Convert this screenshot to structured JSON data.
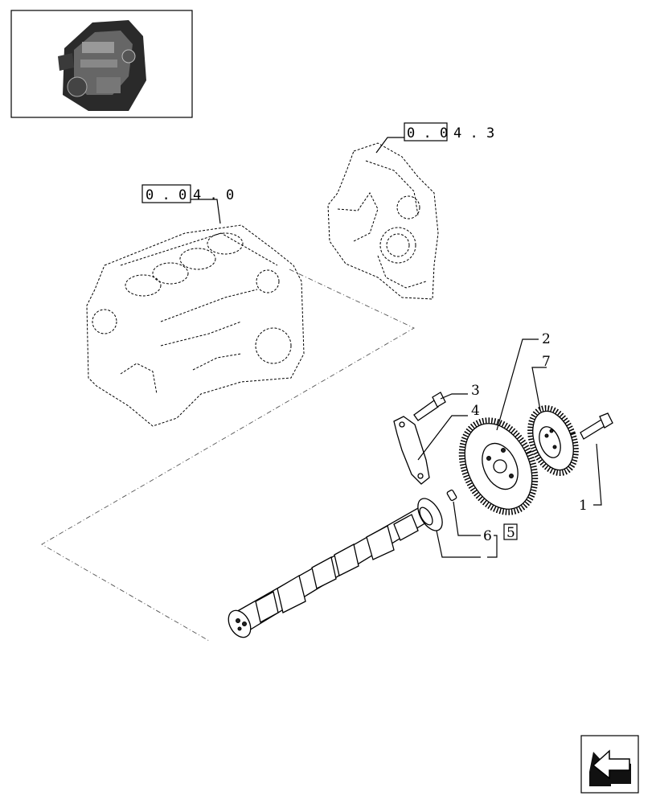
{
  "thumbnail": {
    "icon": "engine-thumbnail-icon"
  },
  "references": [
    {
      "id": "ref-block",
      "boxed": "0 . 0",
      "rest": "4 . 0"
    },
    {
      "id": "ref-cover",
      "boxed": "0 . 0",
      "rest": "4 . 3"
    }
  ],
  "callouts": {
    "c1": "1",
    "c2": "2",
    "c3": "3",
    "c4": "4",
    "c5": "5",
    "c6": "6",
    "c7": "7"
  },
  "nav": {
    "icon": "next-page-arrow-icon"
  }
}
